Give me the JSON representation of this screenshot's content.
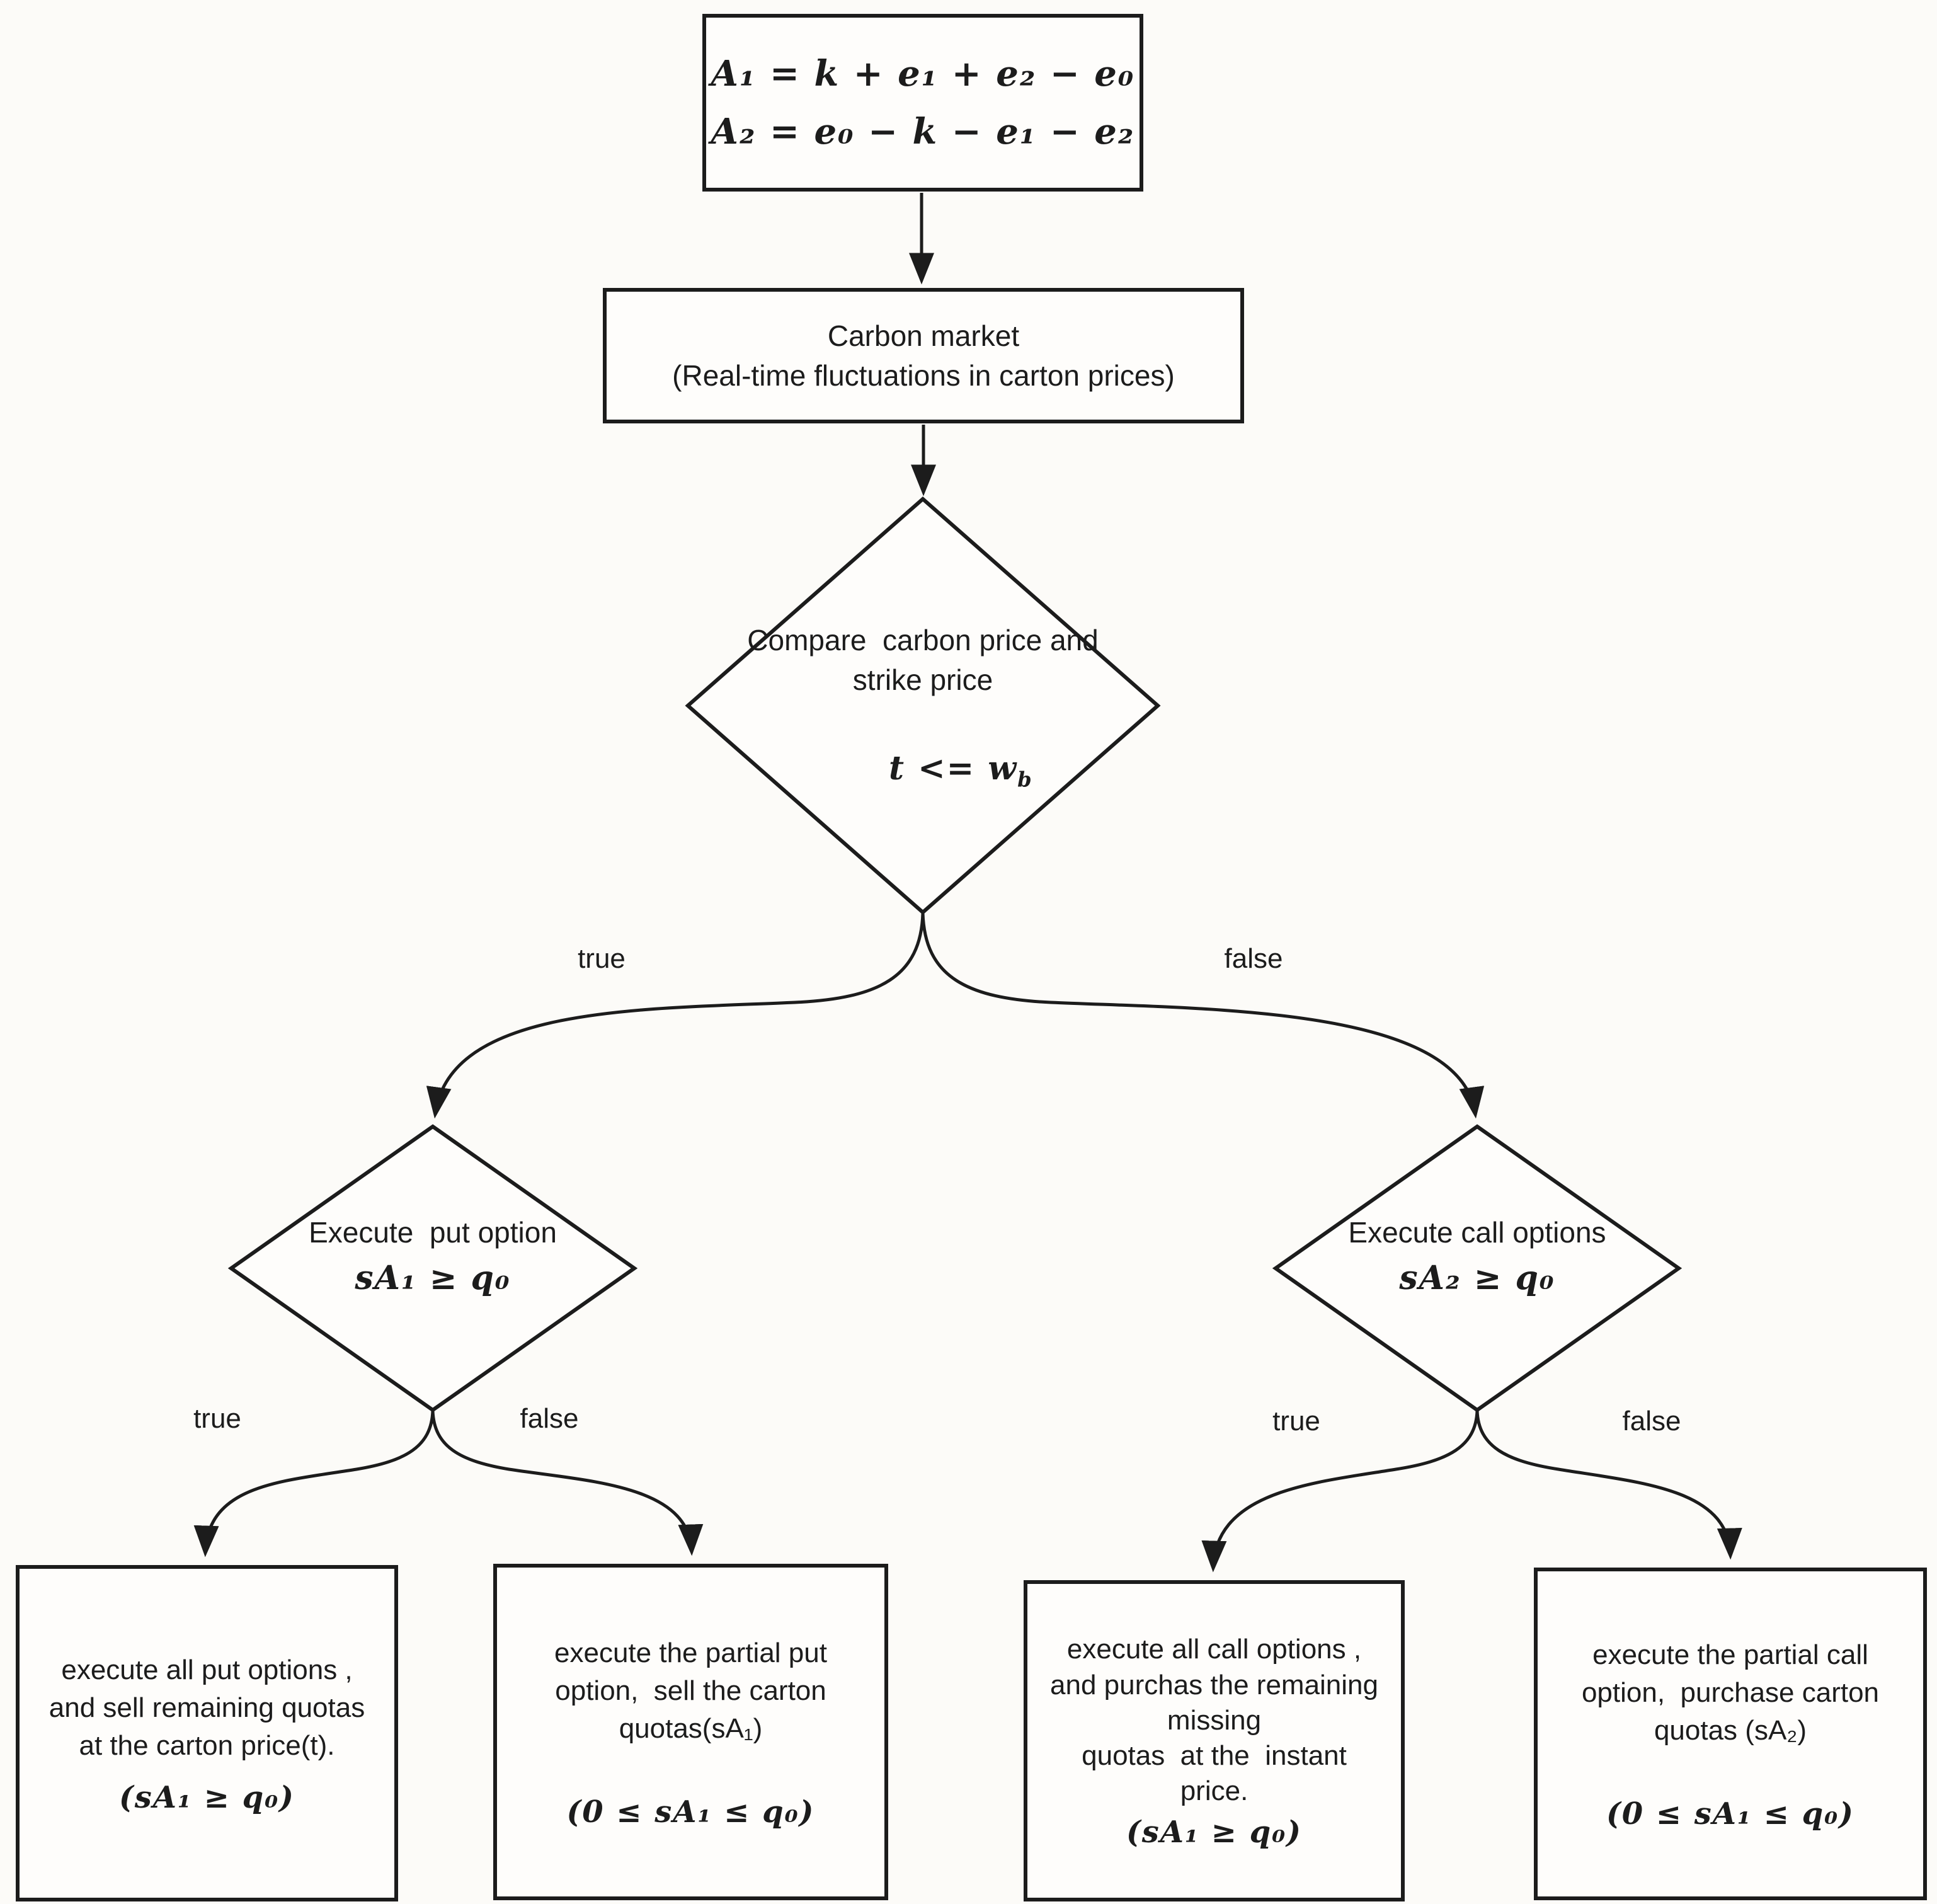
{
  "nodes": {
    "formulas": {
      "lines": [
        "A₁ = k + e₁ + e₂ − e₀",
        "A₂ = e₀ − k − e₁ − e₂"
      ]
    },
    "carbon_market": {
      "lines": [
        "Carbon market",
        "(Real-time fluctuations in carton prices)"
      ]
    },
    "compare_decision": {
      "lines": [
        "Compare  carbon price and",
        "strike price"
      ],
      "formula_base": "t <= w",
      "formula_sub": "b"
    },
    "put_decision": {
      "line": "Execute  put option",
      "formula": "sA₁ ≥ q₀"
    },
    "call_decision": {
      "line": "Execute call options",
      "formula": "sA₂ ≥ q₀"
    },
    "execute_all_puts": {
      "lines": [
        "execute all put options ,",
        "and sell remaining quotas",
        "at the carton price(t)."
      ],
      "formula": "(sA₁ ≥ q₀)"
    },
    "execute_partial_put": {
      "lines": [
        "execute the partial put",
        "option,  sell the carton",
        "quotas(sA₁)"
      ],
      "formula": "(0 ≤ sA₁ ≤ q₀)"
    },
    "execute_all_calls": {
      "lines": [
        "execute all call options ,",
        "and purchas the remaining",
        "missing",
        "quotas  at the  instant",
        "price."
      ],
      "formula": "(sA₁ ≥ q₀)"
    },
    "execute_partial_call": {
      "lines": [
        "execute the partial call",
        "option,  purchase carton",
        "quotas (sA₂)"
      ],
      "formula": "(0 ≤ sA₁ ≤ q₀)"
    }
  },
  "edge_labels": {
    "compare_true": "true",
    "compare_false": "false",
    "put_true": "true",
    "put_false": "false",
    "call_true": "true",
    "call_false": "false"
  },
  "colors": {
    "stroke": "#1c1c1c",
    "text": "#1c1c1c",
    "node_fill": "#fefdfb",
    "background": "#fcfbf8"
  }
}
